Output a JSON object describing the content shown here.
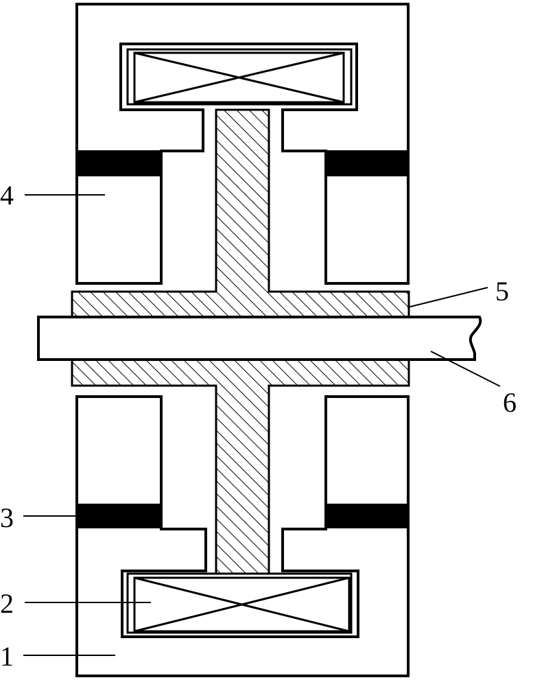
{
  "labels": {
    "l1": "1",
    "l2": "2",
    "l3": "3",
    "l4": "4",
    "l5": "5",
    "l6": "6"
  },
  "colors": {
    "stroke": "#000000",
    "background": "#ffffff"
  }
}
